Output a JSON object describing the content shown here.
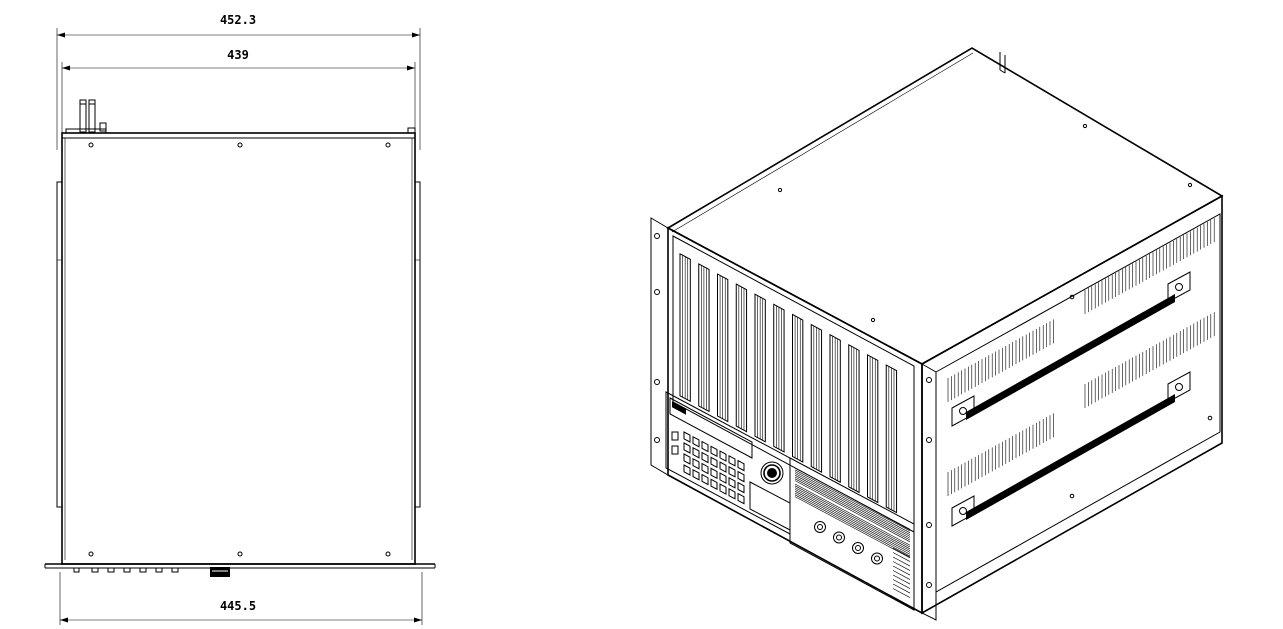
{
  "top_view": {
    "dimensions": [
      {
        "label": "452.3",
        "value": 452.3
      },
      {
        "label": "439",
        "value": 439
      },
      {
        "label": "445.5",
        "value": 445.5
      }
    ]
  },
  "iso_view": {
    "front_vent_columns": 12,
    "side_vent_banks": 4,
    "front_terminals": 4,
    "rack_handles": 2,
    "bus_bars": 2
  },
  "colors": {
    "line": "#000000",
    "background": "#ffffff"
  }
}
